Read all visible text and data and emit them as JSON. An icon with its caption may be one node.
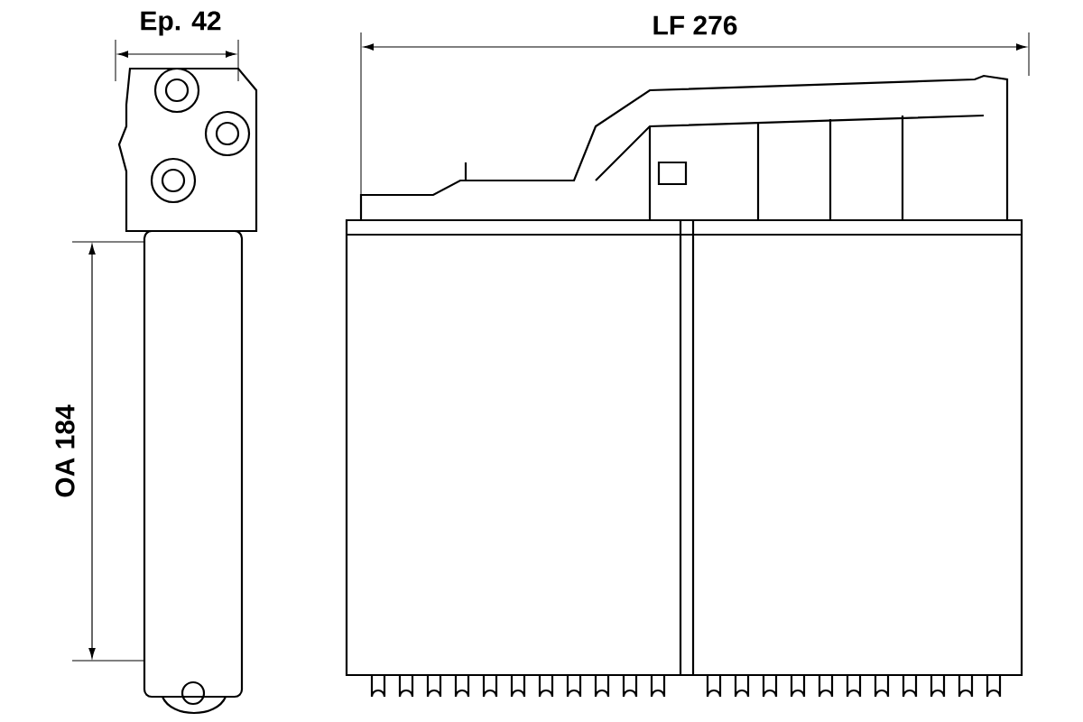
{
  "diagram": {
    "labels": [
      "Ep. 42",
      "LF 276",
      "OA 184"
    ]
  }
}
